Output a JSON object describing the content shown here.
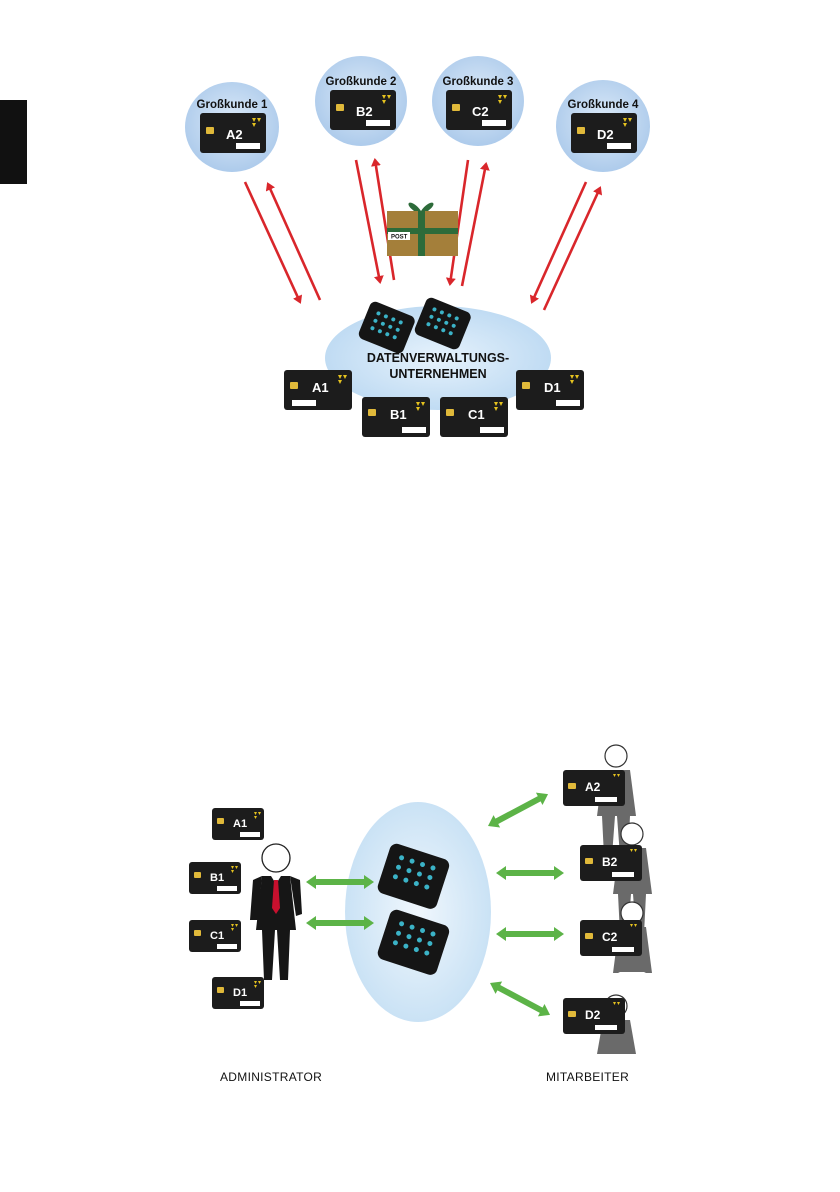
{
  "top_diagram": {
    "customers": [
      {
        "label": "Großkunde 1",
        "card": "A2"
      },
      {
        "label": "Großkunde 2",
        "card": "B2"
      },
      {
        "label": "Großkunde 3",
        "card": "C2"
      },
      {
        "label": "Großkunde 4",
        "card": "D2"
      }
    ],
    "parcel_label": "POST",
    "center_label_line1": "DATENVERWALTUNGS-",
    "center_label_line2": "UNTERNEHMEN",
    "company_cards": [
      "A1",
      "B1",
      "C1",
      "D1"
    ]
  },
  "bottom_diagram": {
    "admin_cards": [
      "A1",
      "B1",
      "C1",
      "D1"
    ],
    "employee_cards": [
      "A2",
      "B2",
      "C2",
      "D2"
    ],
    "admin_label": "ADMINISTRATOR",
    "employees_label": "MITARBEITER"
  },
  "colors": {
    "bubble": "#aecbea",
    "card": "#1c1c1c",
    "red_arrow": "#d9262b",
    "green_arrow": "#5cb347",
    "parcel": "#a47f3a",
    "ribbon": "#2d6b3a",
    "tie": "#c8102e"
  }
}
